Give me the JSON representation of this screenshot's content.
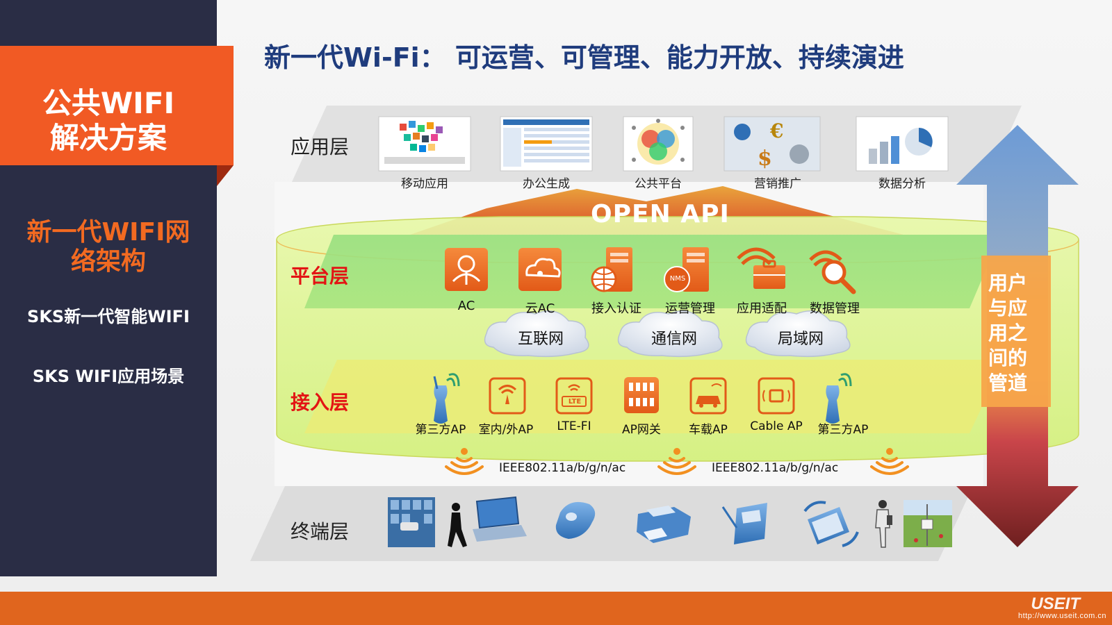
{
  "title": "新一代Wi-Fi： 可运营、可管理、能力开放、持续演进",
  "sidebar": {
    "brand_title_line1": "公共WIFI",
    "brand_title_line2": "解决方案",
    "section_title_line1": "新一代WIFI网",
    "section_title_line2": "络架构",
    "items": [
      {
        "label": "SKS新一代智能WIFI"
      },
      {
        "label": "SKS WIFI应用场景"
      }
    ]
  },
  "diagram": {
    "layers": {
      "application": "应用层",
      "platform": "平台层",
      "access": "接入层",
      "terminal": "终端层"
    },
    "applications": [
      {
        "label": "移动应用",
        "icon": "mobile-apps-thumbnail"
      },
      {
        "label": "办公生成",
        "icon": "office-software-thumbnail"
      },
      {
        "label": "公共平台",
        "icon": "public-platform-thumbnail"
      },
      {
        "label": "营销推广",
        "icon": "marketing-thumbnail"
      },
      {
        "label": "数据分析",
        "icon": "data-analysis-thumbnail"
      }
    ],
    "open_api": "OPEN API",
    "platform_items": [
      {
        "label": "AC",
        "icon": "ac-controller-icon"
      },
      {
        "label": "云AC",
        "icon": "cloud-ac-icon"
      },
      {
        "label": "接入认证",
        "icon": "auth-server-icon"
      },
      {
        "label": "运营管理",
        "icon": "nms-server-icon"
      },
      {
        "label": "应用适配",
        "icon": "app-adapter-icon"
      },
      {
        "label": "数据管理",
        "icon": "data-search-icon"
      }
    ],
    "nms_text": "NMS",
    "clouds": [
      {
        "label": "互联网"
      },
      {
        "label": "通信网"
      },
      {
        "label": "局域网"
      }
    ],
    "access_items": [
      {
        "label": "第三方AP",
        "icon": "third-party-ap-icon"
      },
      {
        "label": "室内/外AP",
        "icon": "indoor-outdoor-ap-icon"
      },
      {
        "label": "LTE-FI",
        "icon": "lte-fi-icon"
      },
      {
        "label": "AP网关",
        "icon": "ap-gateway-icon"
      },
      {
        "label": "车载AP",
        "icon": "vehicle-ap-icon"
      },
      {
        "label": "Cable AP",
        "icon": "cable-ap-icon"
      },
      {
        "label": "第三方AP",
        "icon": "third-party-ap-icon"
      }
    ],
    "lte_text": "LTE",
    "ieee_labels": [
      "IEEE802.11a/b/g/n/ac",
      "IEEE802.11a/b/g/n/ac"
    ],
    "terminals": [
      "surveillance-camera-icon",
      "person-laptop-icon",
      "mouse-device-icon",
      "printer-icon",
      "pda-icon",
      "tablet-sync-icon",
      "person-icon",
      "sensor-field-icon"
    ],
    "pipeline_text": "用户与应用之间的管道",
    "pipeline_lines": [
      "用户",
      "与应",
      "用之",
      "间的",
      "管道"
    ]
  },
  "watermark": {
    "logo": "USEIT",
    "url": "http://www.useit.com.cn"
  },
  "colors": {
    "sidebar_bg": "#2a2d45",
    "accent_orange": "#f15a24",
    "title_blue": "#1f3c7d",
    "layer_red": "#e31414",
    "platform_green": "#9fe07a",
    "access_yellow": "#e9ee7a"
  }
}
